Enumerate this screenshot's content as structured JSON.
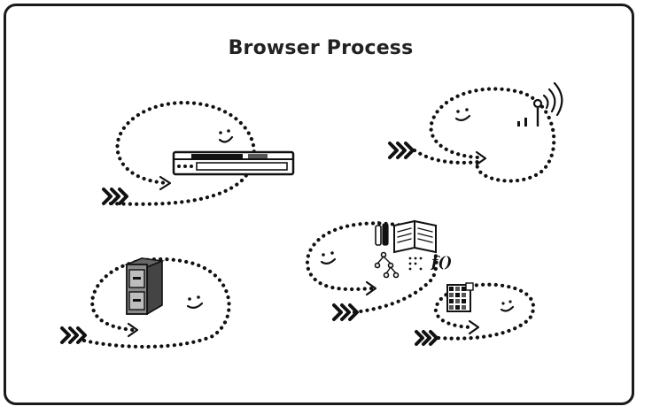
{
  "diagram": {
    "title": "Browser Process",
    "function_glyph": "f()"
  },
  "threads": [
    {
      "id": "ui",
      "icon": "browser-window-icon"
    },
    {
      "id": "network",
      "icon": "antenna-signal-icon"
    },
    {
      "id": "storage",
      "icon": "file-cabinet-icon"
    },
    {
      "id": "renderer",
      "icon": "tools-book-tree-icon"
    },
    {
      "id": "compositor",
      "icon": "tile-grid-icon"
    }
  ],
  "colors": {
    "ink": "#111111",
    "background": "#ffffff",
    "border": "#1a1a1a"
  }
}
